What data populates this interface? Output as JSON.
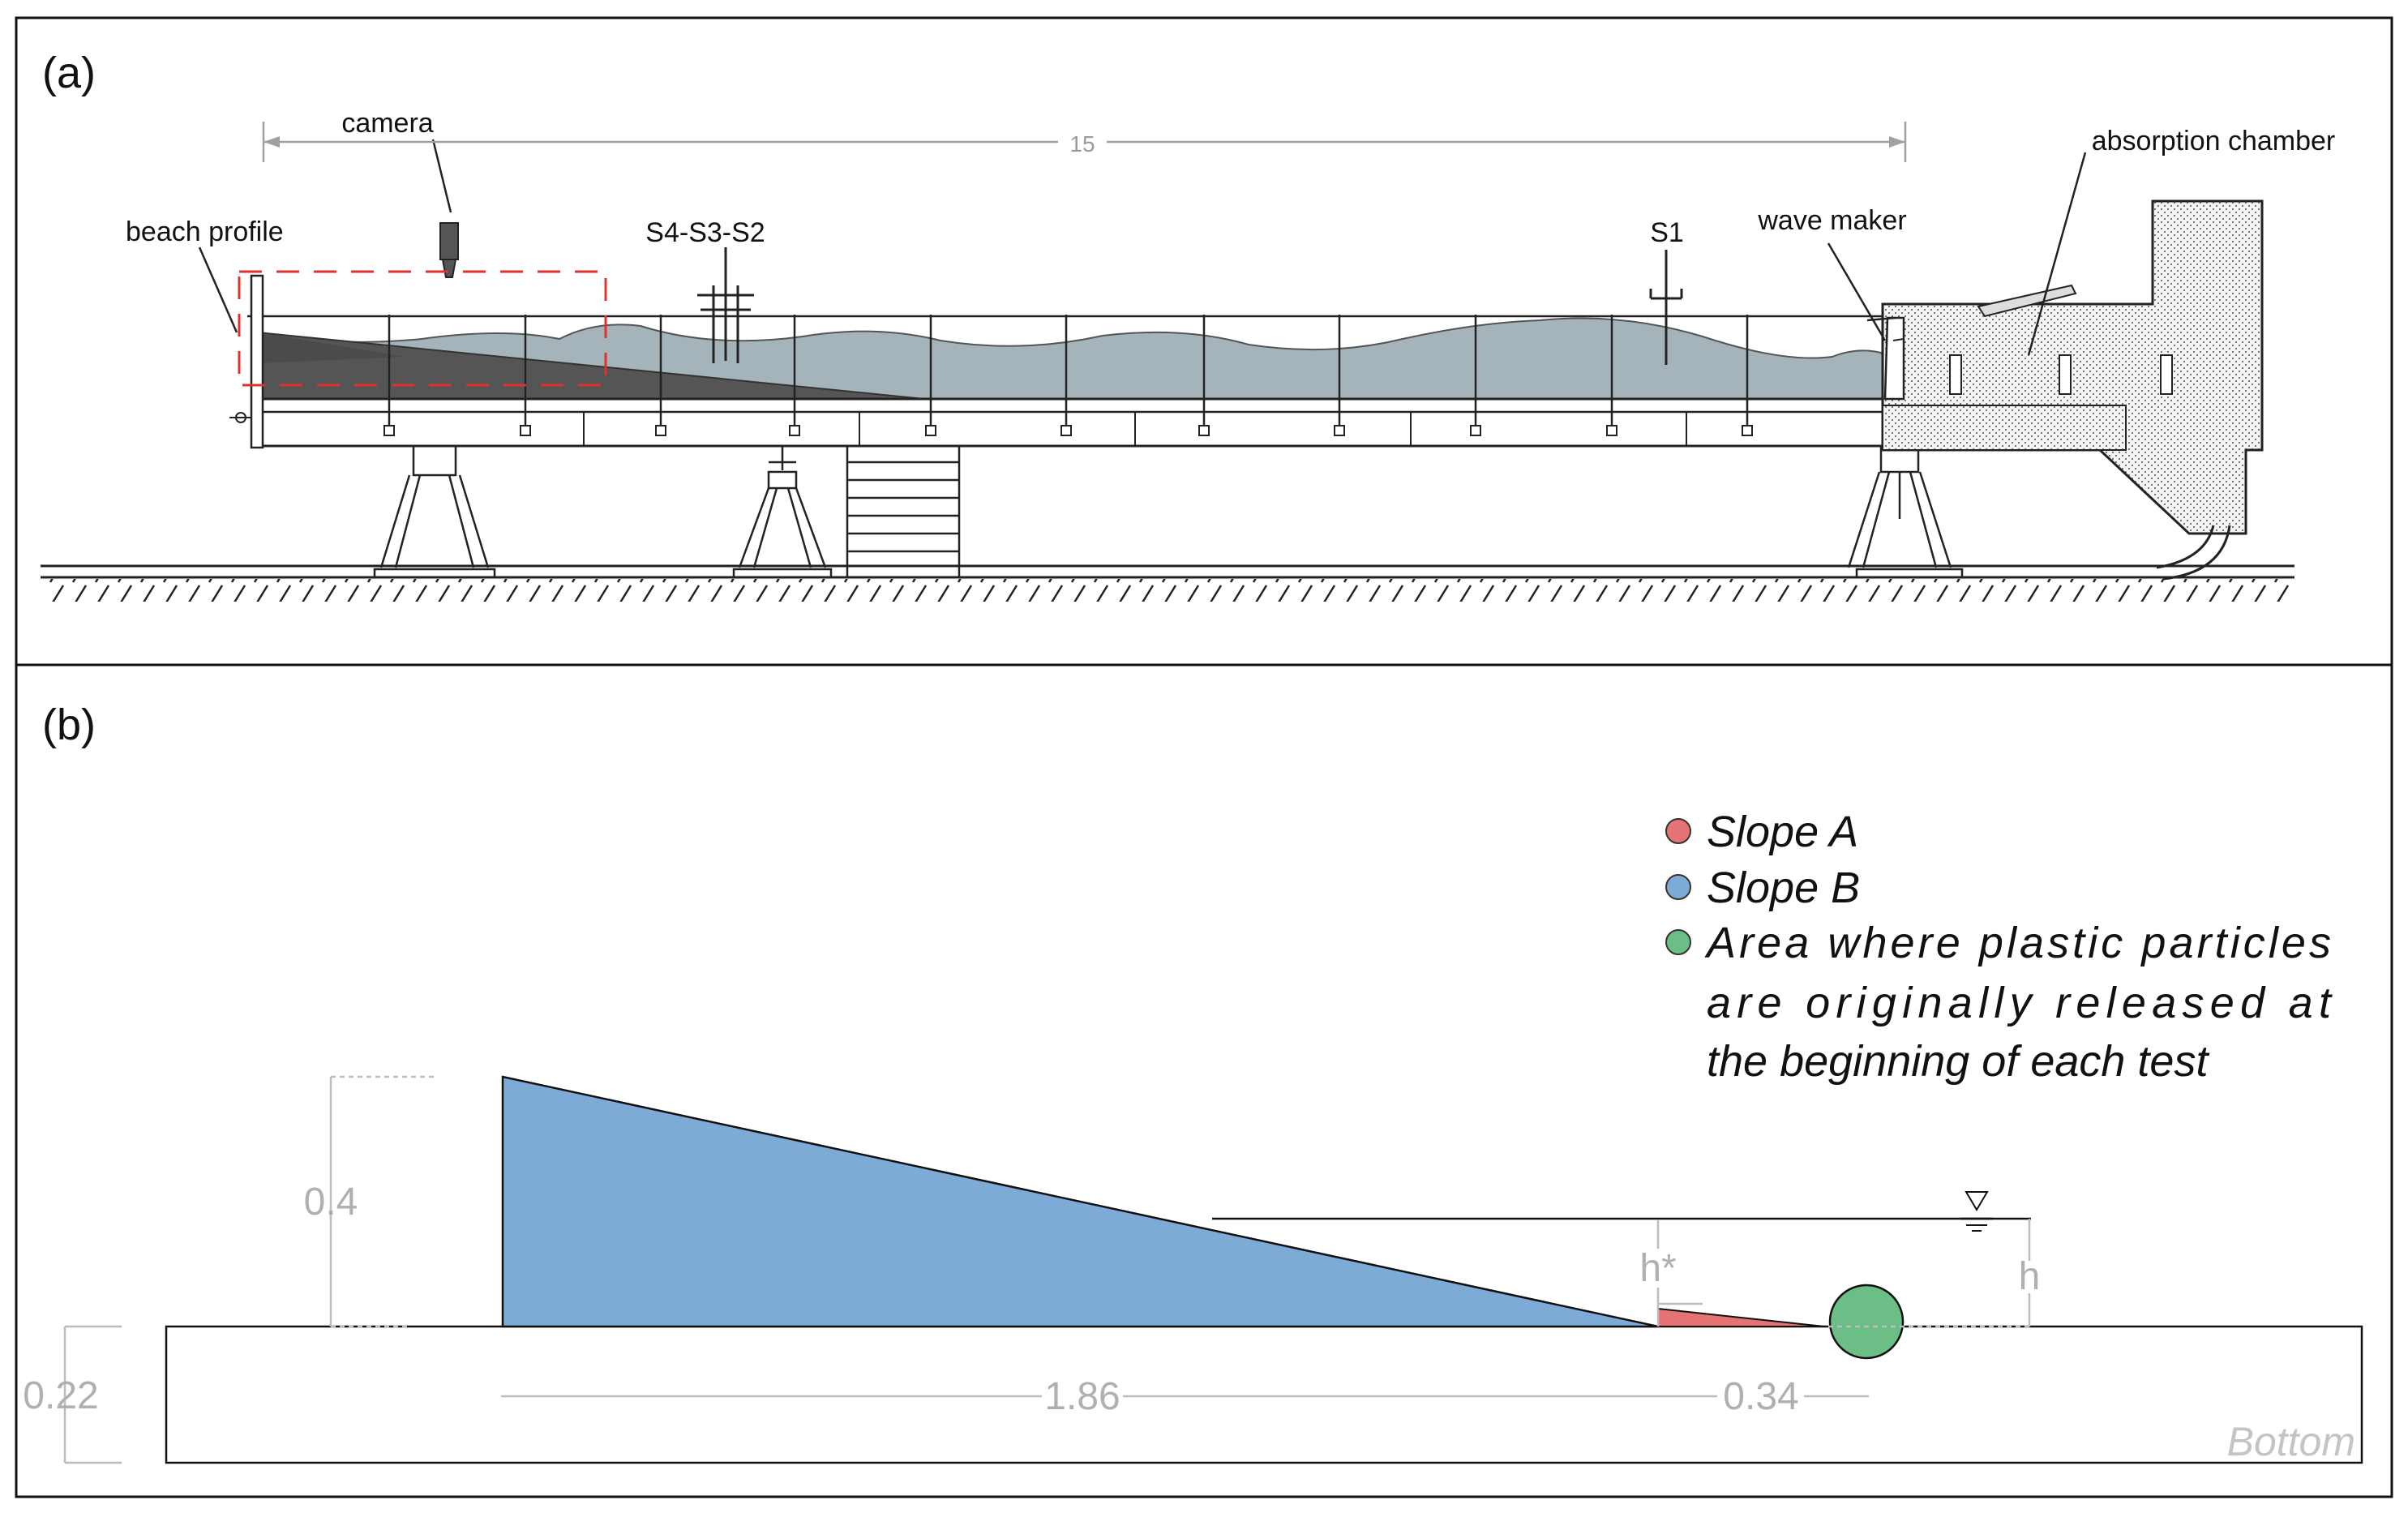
{
  "panel_a": {
    "label": "(a)",
    "labels": {
      "camera": "camera",
      "beach_profile": "beach profile",
      "sensors_group": "S4-S3-S2",
      "sensor_s1": "S1",
      "wave_maker": "wave maker",
      "absorption_chamber": "absorption chamber",
      "length_dimension": "15"
    }
  },
  "panel_b": {
    "label": "(b)",
    "dimensions": {
      "slope_height": "0.4",
      "bottom_thickness": "0.22",
      "slope_b_length": "1.86",
      "slope_a_length": "0.34",
      "h_star": "h*",
      "h": "h"
    },
    "bottom_label": "Bottom",
    "legend": [
      {
        "name": "Slope A",
        "color": "#e57373"
      },
      {
        "name": "Slope B",
        "color": "#7eaad6"
      },
      {
        "name": "Area where plastic particles",
        "color": "#6bbf86"
      }
    ],
    "legend_continuation": [
      "are originally released at",
      "the beginning of each test"
    ]
  },
  "colors": {
    "water": "#a5b4bb",
    "sand": "#555555",
    "slope_b": "#7eaad6",
    "slope_a": "#e57373",
    "release_area": "#6bbf86",
    "camera_box": "#e03030"
  }
}
